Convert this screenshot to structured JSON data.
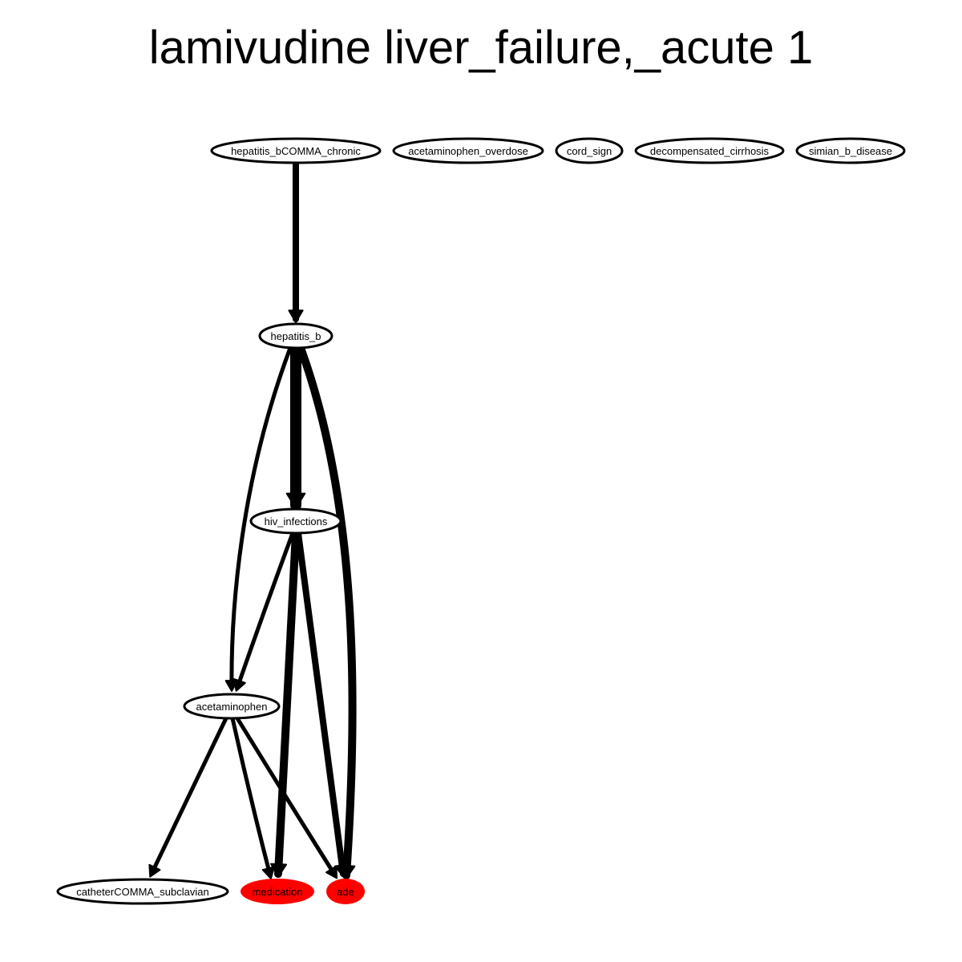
{
  "title": "lamivudine liver_failure,_acute 1",
  "colors": {
    "stroke": "#000000",
    "highlight": "#ff0000",
    "background": "#ffffff"
  },
  "nodes": [
    {
      "id": "hepatitis_bCOMMA_chronic",
      "label": "hepatitis_bCOMMA_chronic",
      "highlight": false
    },
    {
      "id": "acetaminophen_overdose",
      "label": "acetaminophen_overdose",
      "highlight": false
    },
    {
      "id": "cord_sign",
      "label": "cord_sign",
      "highlight": false
    },
    {
      "id": "decompensated_cirrhosis",
      "label": "decompensated_cirrhosis",
      "highlight": false
    },
    {
      "id": "simian_b_disease",
      "label": "simian_b_disease",
      "highlight": false
    },
    {
      "id": "hepatitis_b",
      "label": "hepatitis_b",
      "highlight": false
    },
    {
      "id": "hiv_infections",
      "label": "hiv_infections",
      "highlight": false
    },
    {
      "id": "acetaminophen",
      "label": "acetaminophen",
      "highlight": false
    },
    {
      "id": "catheterCOMMA_subclavian",
      "label": "catheterCOMMA_subclavian",
      "highlight": false
    },
    {
      "id": "medication",
      "label": "medication",
      "highlight": true
    },
    {
      "id": "ade",
      "label": "ade",
      "highlight": true
    }
  ],
  "edges": [
    {
      "from": "hepatitis_bCOMMA_chronic",
      "to": "hepatitis_b",
      "weight": 3
    },
    {
      "from": "hepatitis_b",
      "to": "hiv_infections",
      "weight": 5
    },
    {
      "from": "hepatitis_b",
      "to": "ade",
      "weight": 4
    },
    {
      "from": "hepatitis_b",
      "to": "acetaminophen",
      "weight": 2
    },
    {
      "from": "hiv_infections",
      "to": "acetaminophen",
      "weight": 2
    },
    {
      "from": "hiv_infections",
      "to": "medication",
      "weight": 4
    },
    {
      "from": "hiv_infections",
      "to": "ade",
      "weight": 3
    },
    {
      "from": "acetaminophen",
      "to": "catheterCOMMA_subclavian",
      "weight": 2
    },
    {
      "from": "acetaminophen",
      "to": "medication",
      "weight": 2
    },
    {
      "from": "acetaminophen",
      "to": "ade",
      "weight": 2
    }
  ]
}
